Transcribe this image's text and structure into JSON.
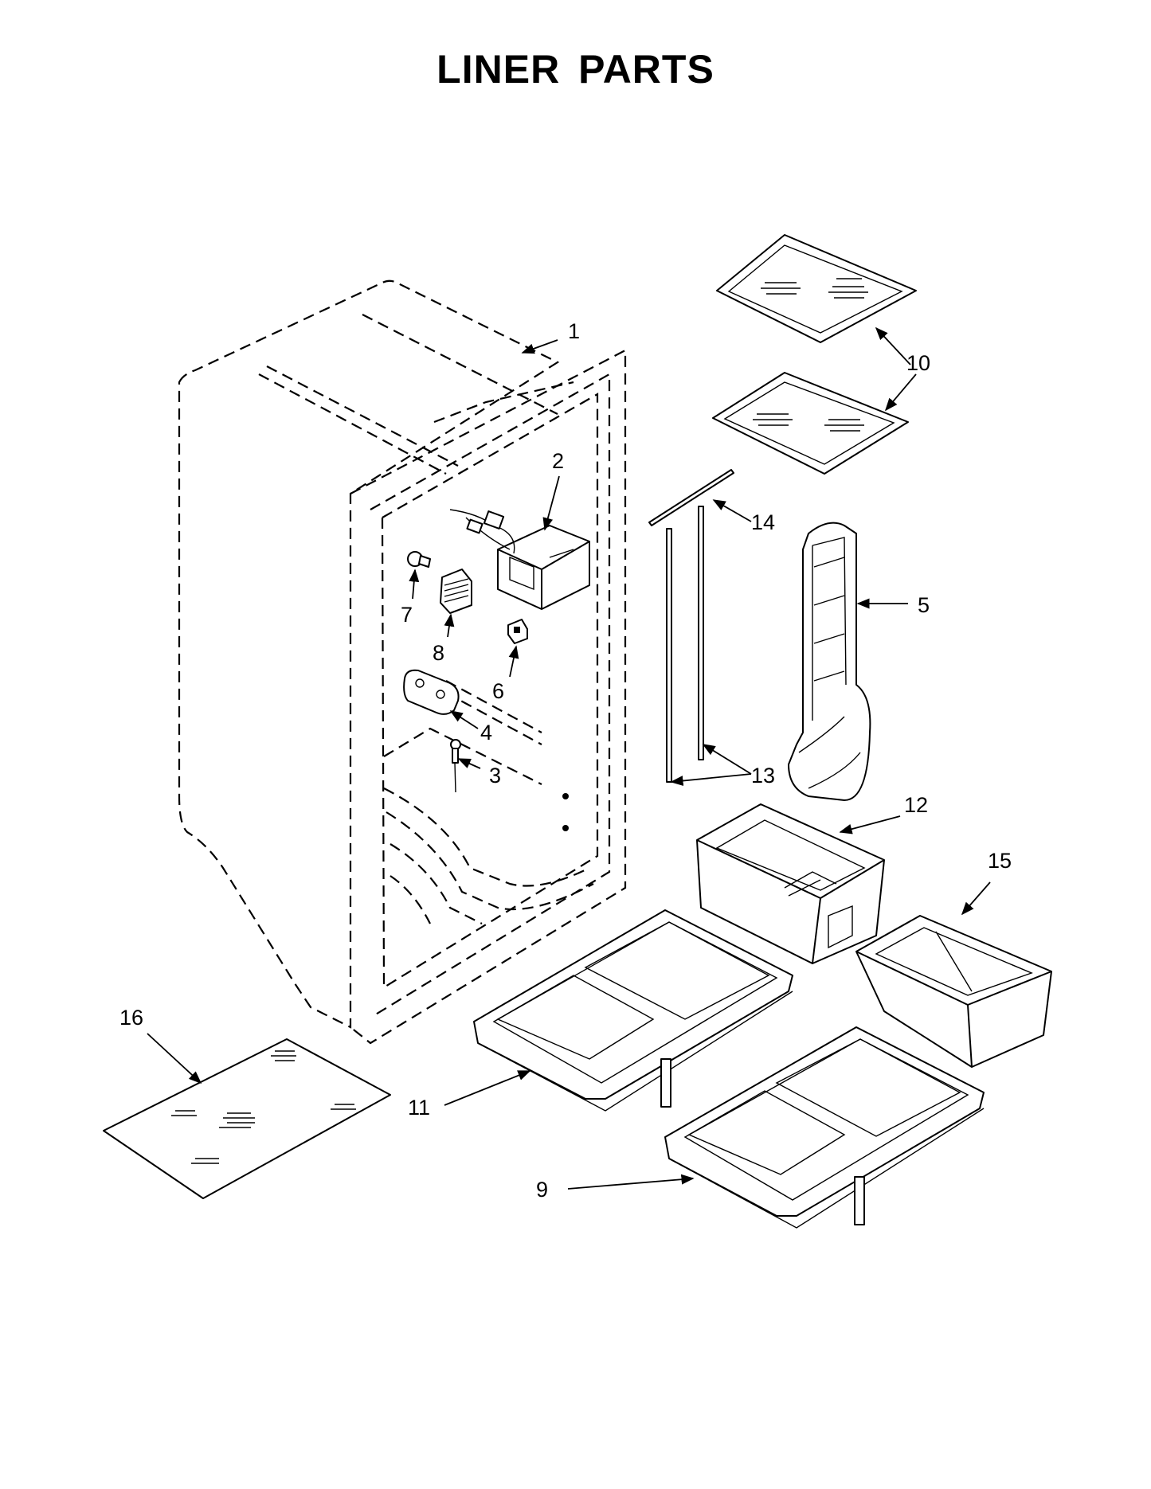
{
  "title": "LINER PARTS",
  "callouts": [
    "1",
    "2",
    "3",
    "4",
    "5",
    "6",
    "7",
    "8",
    "9",
    "10",
    "11",
    "12",
    "13",
    "14",
    "15",
    "16"
  ]
}
